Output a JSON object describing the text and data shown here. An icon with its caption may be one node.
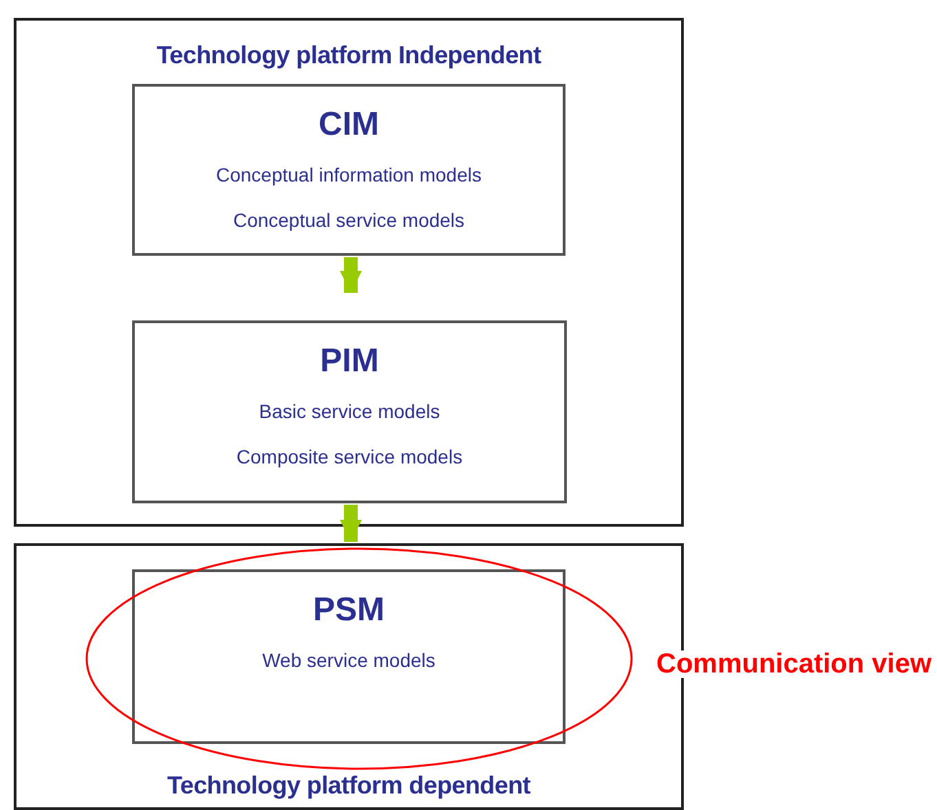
{
  "diagram": {
    "nodes": [
      {
        "text": [
          "Technology platform Independent"
        ]
      },
      {
        "text": [
          "CIM",
          "Conceptual information models",
          "Conceptual service models"
        ],
        "in": 0
      },
      {
        "text": [
          "PIM",
          "Basic service models",
          "Composite service models"
        ],
        "in": 0
      },
      {
        "text": [
          "Technology platform dependent"
        ]
      },
      {
        "text": [],
        "shape": "circle",
        "beside": [
          "Communication view"
        ],
        "in": 3
      },
      {
        "text": [
          "PSM",
          "Web service models"
        ],
        "in": 4
      }
    ],
    "edges": [
      {
        "from": 1,
        "to": 2,
        "arrow": "to"
      },
      {
        "from": 2,
        "to": 5,
        "arrow": "to"
      }
    ]
  }
}
